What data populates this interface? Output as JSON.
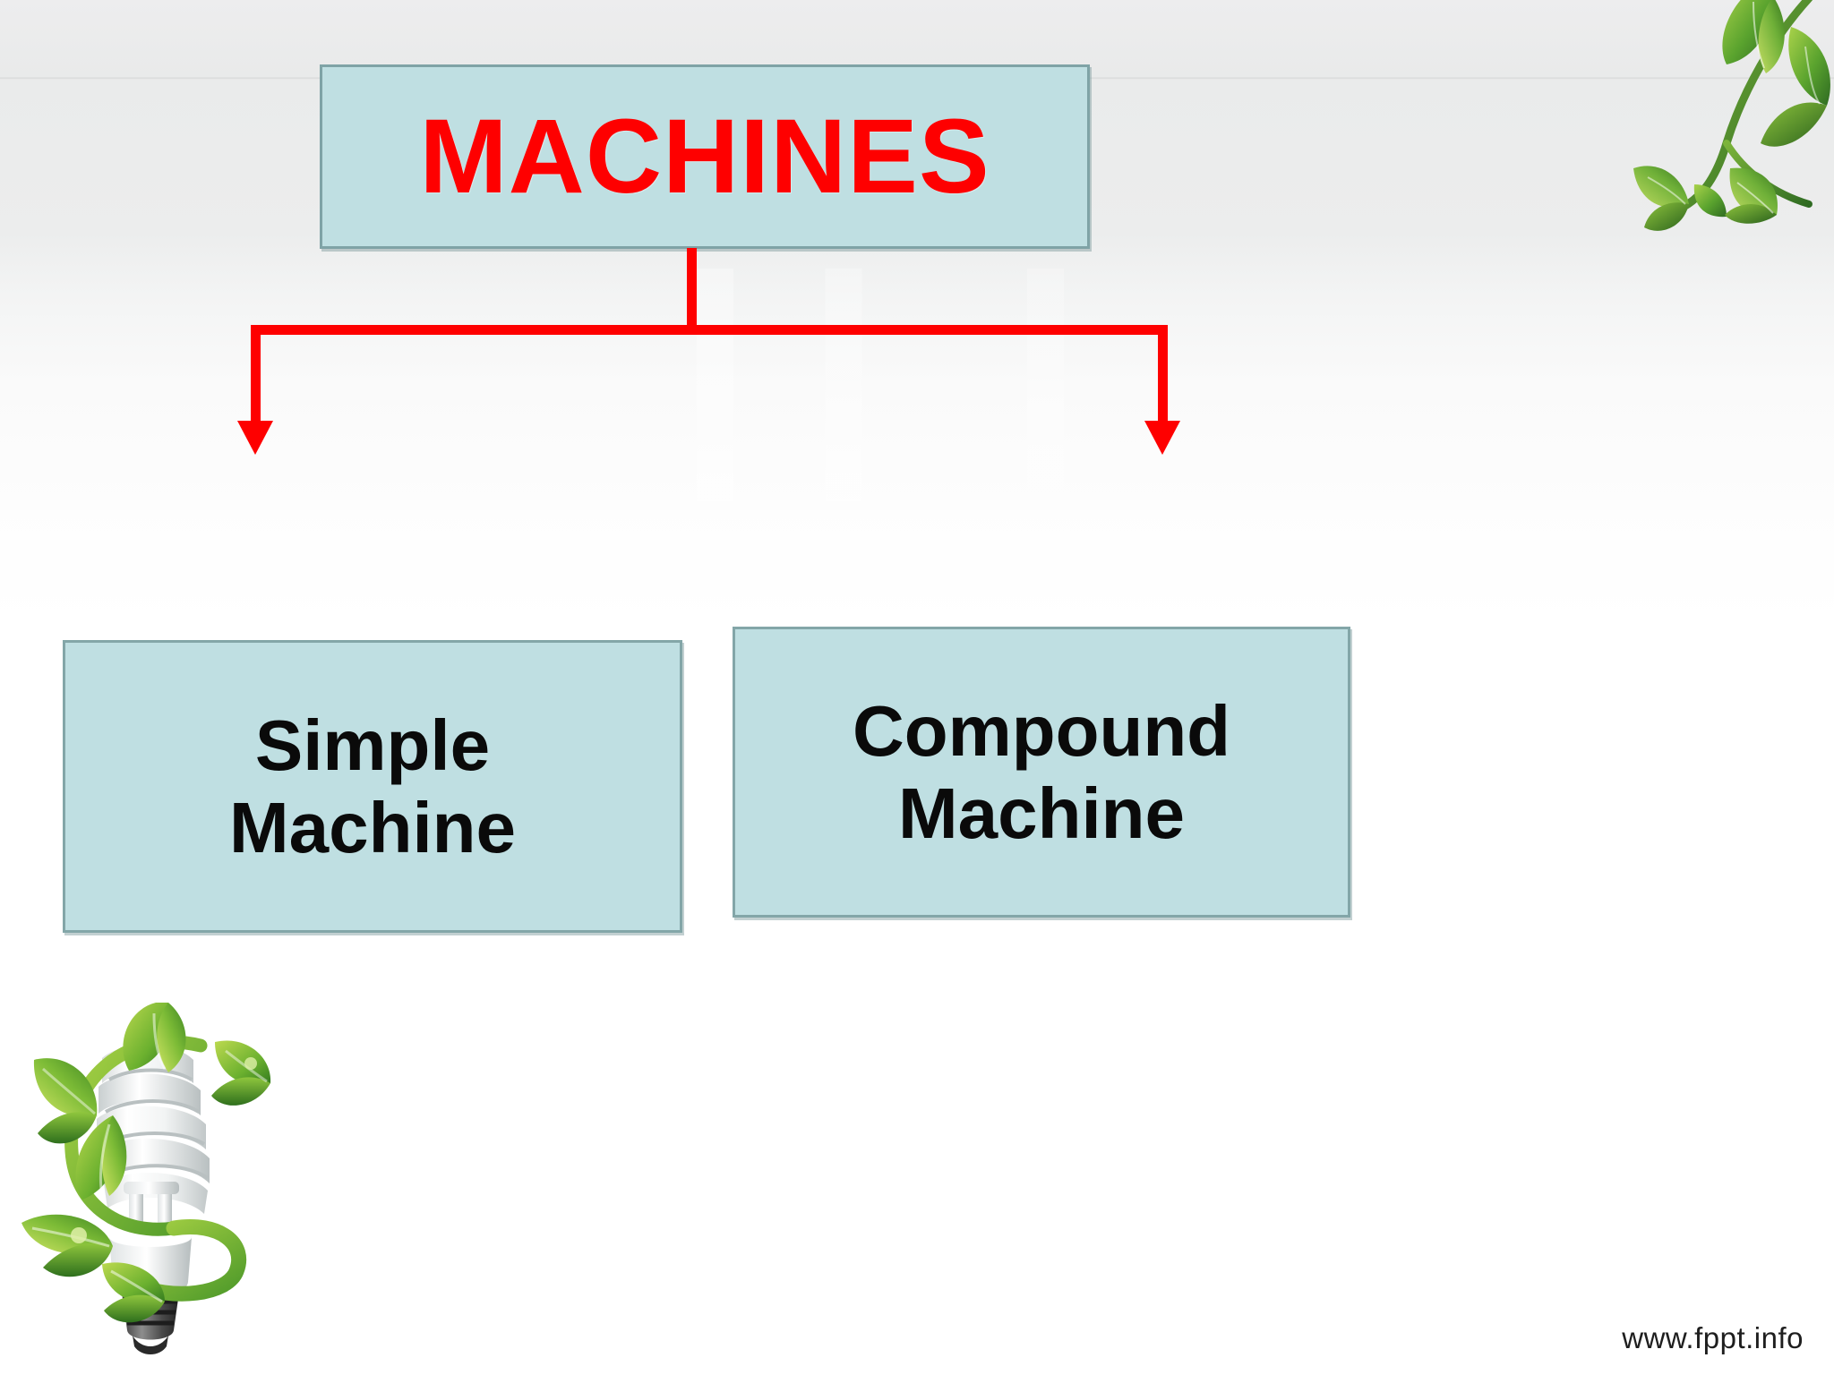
{
  "slide": {
    "title_node": {
      "label": "MACHINES",
      "text_color": "#fe0000",
      "fill": "#bfdfe2",
      "border": "#7fa3a6"
    },
    "children": [
      {
        "label": "Simple\nMachine",
        "line1": "Simple",
        "line2": "Machine",
        "fill": "#bfdfe2",
        "border": "#83a6a8",
        "text_color": "#0a0a0a"
      },
      {
        "label": "Compound\nMachine",
        "line1": "Compound",
        "line2": "Machine",
        "fill": "#bfdfe2",
        "border": "#83a6a8",
        "text_color": "#0a0a0a"
      }
    ],
    "connector_color": "#fe0000",
    "background_color": "#eceded"
  },
  "decorations": {
    "vine": "leaf-vine-icon",
    "bulb": "eco-lightbulb-icon",
    "leaf_green_dark": "#3f7d2b",
    "leaf_green_light": "#9ccb3b"
  },
  "footer": {
    "url": "www.fppt.info"
  }
}
